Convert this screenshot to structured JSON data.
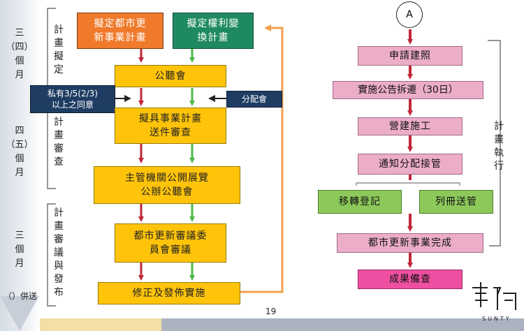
{
  "stages": [
    {
      "text": "三\n（四）\n個\n月"
    },
    {
      "text": "四\n（五）\n個\n月"
    },
    {
      "text": "三\n個\n月"
    },
    {
      "text": "（）併送"
    }
  ],
  "phase_labels": {
    "plan": "計\n畫\n擬\n定",
    "review": "計\n畫\n審\n查",
    "publish": "計\n畫\n審\n議\n與\n發\n布",
    "execute": "計\n畫\n執\n行"
  },
  "left_flow": {
    "urban_plan": "擬定都市更\n新事業計畫",
    "rights_plan": "擬定權利變\n換計畫",
    "public_hearing": "公聽會",
    "consent": "私有3/5(2/3)\n以上之同意",
    "allocation": "分配會",
    "submit": "擬具事業計畫\n送件審查",
    "exhibit": "主管機關公開展覽\n公辦公聽會",
    "committee": "都市更新審議委\n員會審議",
    "revise": "修正及發佈實施"
  },
  "right_flow": {
    "connector": "A",
    "permit": "申請建照",
    "demolition": "實施公告拆遷（30日）",
    "construction": "營建施工",
    "notify": "通知分配接管",
    "transfer": "移轉登記",
    "register": "列冊送管",
    "complete": "都市更新事業完成",
    "audit": "成果備查"
  },
  "page_number": "19",
  "logo_text": "SUNTY",
  "colors": {
    "orange": "#f07a2c",
    "green": "#1f8a62",
    "yellow": "#ffc40a",
    "navy": "#1f3d63",
    "pink": "#ecadc8",
    "light_green": "#8dc95a",
    "magenta": "#ee4fa1",
    "red_arrow": "#c0283a",
    "green_arrow": "#4fb848",
    "orange_line": "#f0a050"
  }
}
